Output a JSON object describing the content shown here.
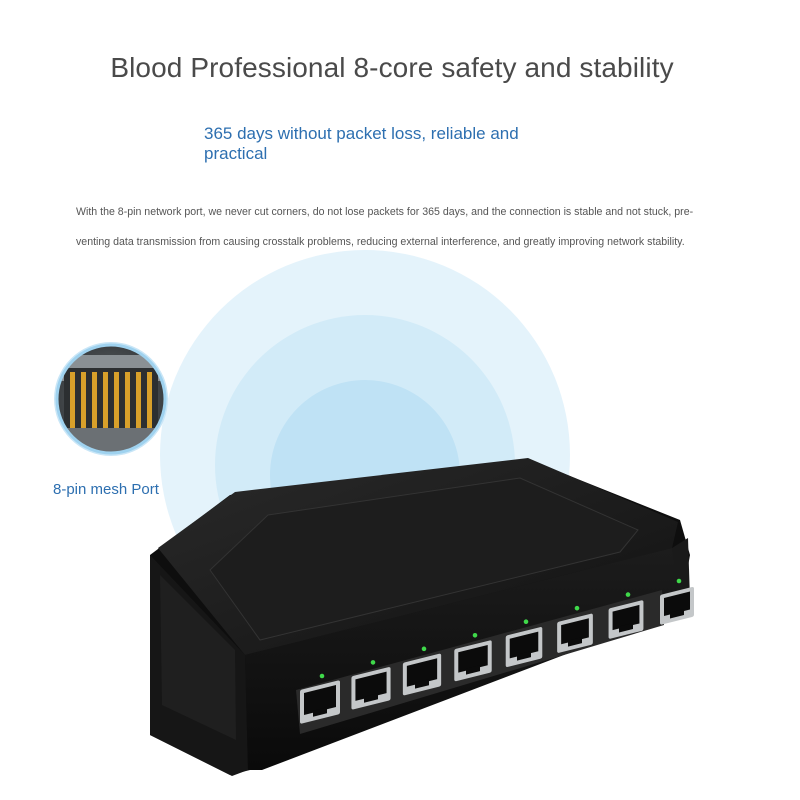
{
  "header": {
    "title": "Blood Professional 8-core safety and stability",
    "subtitle": "365 days without packet loss, reliable and practical"
  },
  "description": {
    "line1": "With the 8-pin network port, we never cut corners, do not lose packets for 365 days, and the connection is stable and not stuck, pre-",
    "line2": "venting data transmission from causing crosstalk problems, reducing external interference, and greatly improving network stability."
  },
  "callout": {
    "label": "8-pin mesh Port",
    "icon": "rj45-pins-closeup-icon"
  },
  "product": {
    "name": "network-switch",
    "port_count": 8,
    "led_color": "#3fd94a"
  },
  "colors": {
    "title": "#4a4a4a",
    "accent": "#2d6fb0",
    "body_text": "#555555",
    "glow": "#cfe9f7"
  }
}
